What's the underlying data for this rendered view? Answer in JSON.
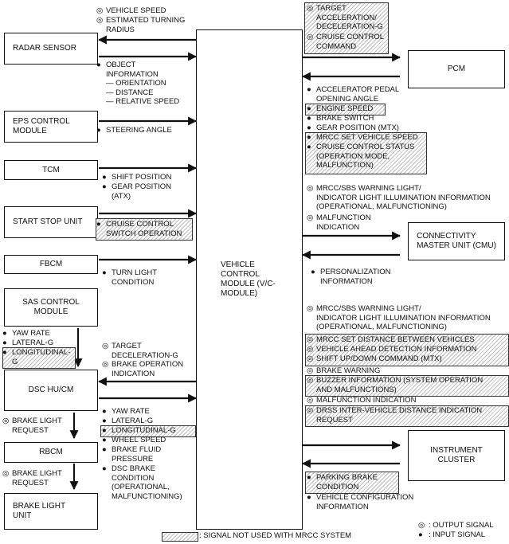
{
  "nodes": {
    "radar": "RADAR SENSOR",
    "eps": "EPS CONTROL\nMODULE",
    "tcm": "TCM",
    "ssu": "START STOP UNIT",
    "fbcm": "FBCM",
    "sas": "SAS CONTROL\nMODULE",
    "dsc": "DSC HU/CM",
    "rbcm": "RBCM",
    "blu": "BRAKE LIGHT\nUNIT",
    "vcm": "VEHICLE\nCONTROL\nMODULE (V/C-\nMODULE)",
    "pcm": "PCM",
    "cmu": "CONNECTIVITY\nMASTER UNIT (CMU)",
    "ic": "INSTRUMENT\nCLUSTER"
  },
  "symbols": {
    "output": "◎",
    "input": "●"
  },
  "signals": {
    "radar_out": [
      "VEHICLE SPEED",
      "ESTIMATED TURNING\nRADIUS"
    ],
    "radar_in": [
      "OBJECT\nINFORMATION\n— ORIENTATION\n— DISTANCE\n— RELATIVE SPEED"
    ],
    "eps_in": [
      "STEERING ANGLE"
    ],
    "tcm_in": [
      "SHIFT POSITION",
      "GEAR POSITION\n(ATX)"
    ],
    "ssu_in": [
      "CRUISE CONTROL\nSWITCH OPERATION"
    ],
    "fbcm_in": [
      "TURN LIGHT\nCONDITION"
    ],
    "sas_in": [
      "YAW RATE",
      "LATERAL-G",
      "LONGITUDINAL-\nG"
    ],
    "dsc_out": [
      "TARGET\nDECELERATION-G",
      "BRAKE OPERATION\nINDICATION"
    ],
    "dsc_in": [
      "YAW RATE",
      "LATERAL-G",
      "LONGITUDINAL-G",
      "WHEEL SPEED",
      "BRAKE FLUID\nPRESSURE",
      "DSC BRAKE\nCONDITION\n(OPERATIONAL,\nMALFUNCTIONING)"
    ],
    "rbcm_out": [
      "BRAKE LIGHT\nREQUEST"
    ],
    "blu_out": [
      "BRAKE LIGHT\nREQUEST"
    ],
    "pcm_out": [
      "TARGET\nACCELERATION/\nDECELERATION-G",
      "CRUISE CONTROL\nCOMMAND"
    ],
    "pcm_in": [
      "ACCELERATOR PEDAL\nOPENING ANGLE",
      "ENGINE SPEED",
      "BRAKE SWITCH",
      "GEAR POSITION (MTX)",
      "MRCC SET VEHICLE SPEED",
      "CRUISE CONTROL STATUS\n(OPERATION MODE,\nMALFUNCTION)"
    ],
    "cmu_out": [
      "MRCC/SBS WARNING LIGHT/\nINDICATOR LIGHT ILLUMINATION INFORMATION\n(OPERATIONAL, MALFUNCTIONING)",
      "MALFUNCTION\nINDICATION"
    ],
    "cmu_in": [
      "PERSONALIZATION\nINFORMATION"
    ],
    "ic_out": [
      "MRCC/SBS WARNING LIGHT/\nINDICATOR LIGHT ILLUMINATION INFORMATION\n(OPERATIONAL, MALFUNCTIONING)",
      "MRCC SET DISTANCE BETWEEN VEHICLES",
      "VEHICLE AHEAD DETECTION INFORMATION",
      "SHIFT UP/DOWN COMMAND (MTX)",
      "BRAKE WARNING",
      "BUZZER INFORMATION (SYSTEM OPERATION\nAND MALFUNCTIONS)",
      "MALFUNCTION INDICATION",
      "DRSS INTER-VEHICLE DISTANCE INDICATION\nREQUEST"
    ],
    "ic_in": [
      "PARKING BRAKE\nCONDITION",
      "VEHICLE CONFIGURATION\nINFORMATION"
    ]
  },
  "legend": {
    "hatch": ": SIGNAL NOT USED WITH MRCC SYSTEM",
    "output": ": OUTPUT SIGNAL",
    "input": ": INPUT SIGNAL"
  }
}
